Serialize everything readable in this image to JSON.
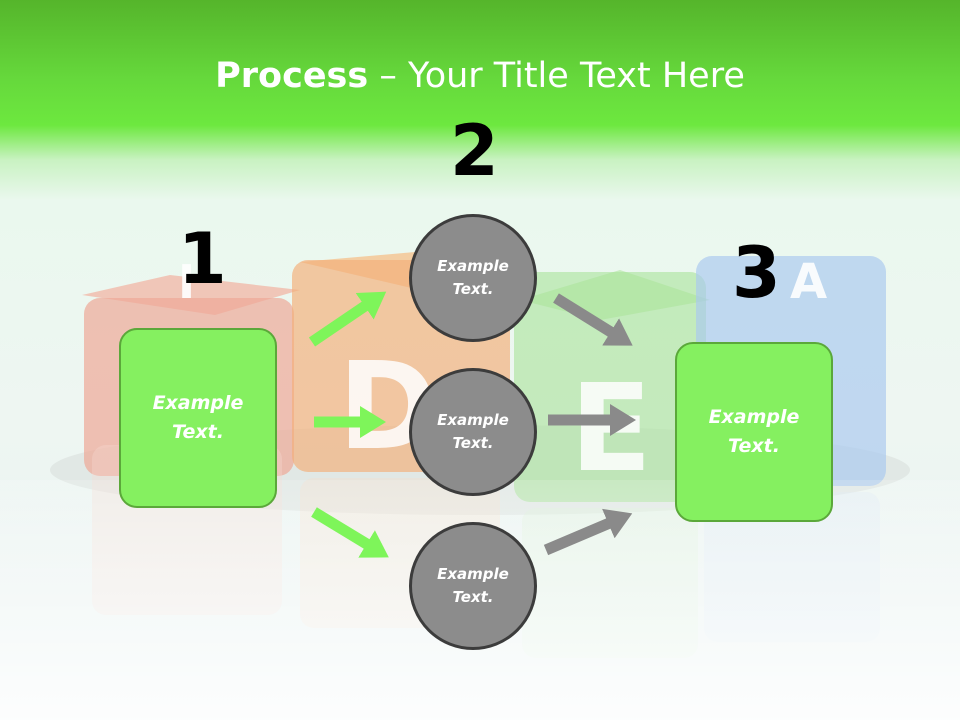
{
  "title": {
    "bold": "Process",
    "rest": " – Your Title Text Here"
  },
  "steps": [
    {
      "number": "1",
      "box": [
        "Example",
        "Text."
      ]
    },
    {
      "number": "2",
      "circles": [
        [
          "Example",
          "Text."
        ],
        [
          "Example",
          "Text."
        ],
        [
          "Example",
          "Text."
        ]
      ]
    },
    {
      "number": "3",
      "box": [
        "Example",
        "Text."
      ]
    }
  ],
  "background": {
    "dice_letters": [
      "I",
      "D",
      "E",
      "A"
    ]
  },
  "colors": {
    "green_accent": "#85f060",
    "green_arrow": "#7ef55a",
    "gray_circle": "#8c8c8c",
    "gray_arrow": "#8a8a8a"
  }
}
